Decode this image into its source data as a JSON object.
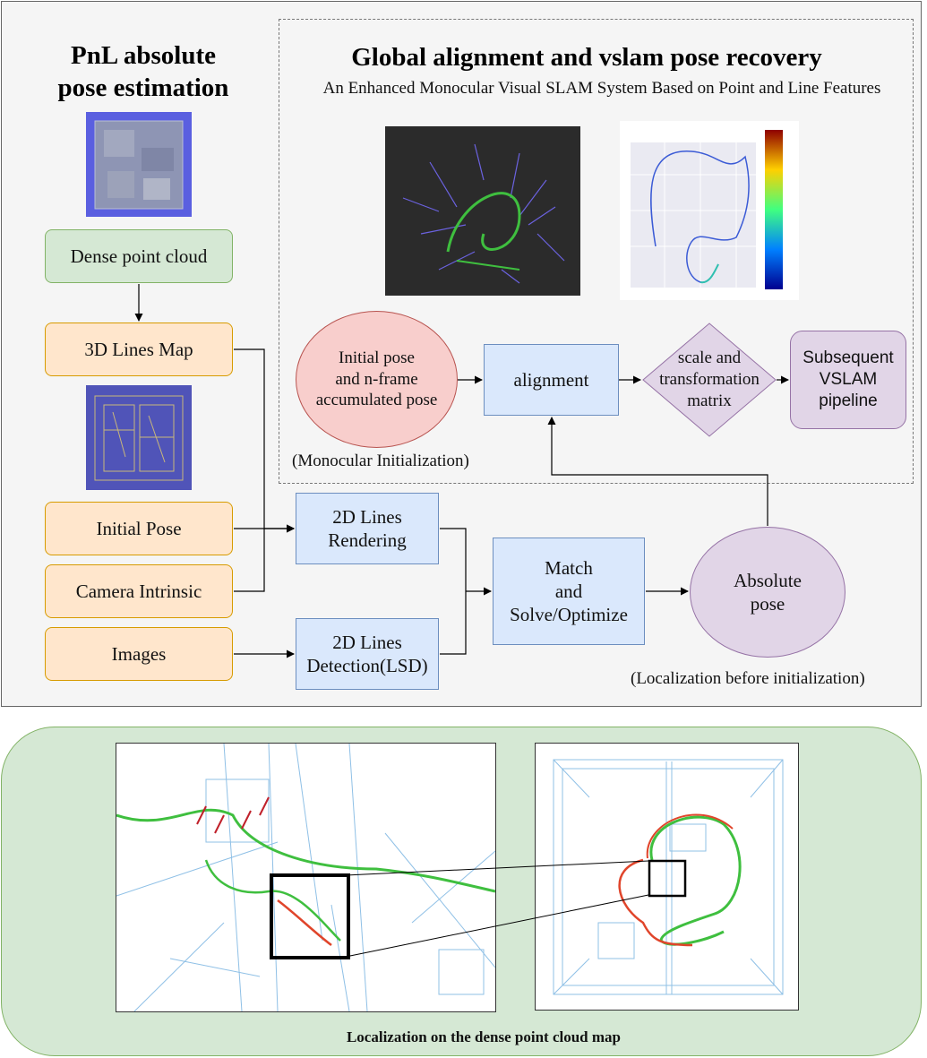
{
  "pnl": {
    "title_line1": "PnL absolute",
    "title_line2": "pose estimation",
    "dense_point_cloud": "Dense point cloud",
    "lines_map": "3D Lines Map",
    "initial_pose": "Initial Pose",
    "camera_intrinsic": "Camera Intrinsic",
    "images": "Images",
    "rendering_line1": "2D Lines",
    "rendering_line2": "Rendering",
    "detection_line1": "2D Lines",
    "detection_line2": "Detection(LSD)",
    "match_line1": "Match",
    "match_line2": "and",
    "match_line3": "Solve/Optimize",
    "absolute_line1": "Absolute",
    "absolute_line2": "pose",
    "caption": "(Localization before initialization)"
  },
  "global": {
    "title": "Global alignment and vslam pose recovery",
    "subtitle": "An Enhanced Monocular Visual SLAM System Based on Point and Line Features",
    "initial_line1": "Initial pose",
    "initial_line2": "and n-frame",
    "initial_line3": "accumulated pose",
    "alignment": "alignment",
    "diamond_line1": "scale and",
    "diamond_line2": "transformation",
    "diamond_line3": "matrix",
    "subsequent_line1": "Subsequent",
    "subsequent_line2": "VSLAM",
    "subsequent_line3": "pipeline",
    "caption": "(Monocular Initialization)"
  },
  "bottom": {
    "caption": "Localization on the dense point cloud map"
  },
  "colors": {
    "orange_fill": "#ffe6cc",
    "orange_stroke": "#d79b00",
    "green_fill": "#d5e8d4",
    "green_stroke": "#82b366",
    "blue_fill": "#dae8fc",
    "blue_stroke": "#6c8ebf",
    "purple_fill": "#e1d5e7",
    "purple_stroke": "#9673a6",
    "red_fill": "#f8cecc",
    "red_stroke": "#b85450"
  }
}
